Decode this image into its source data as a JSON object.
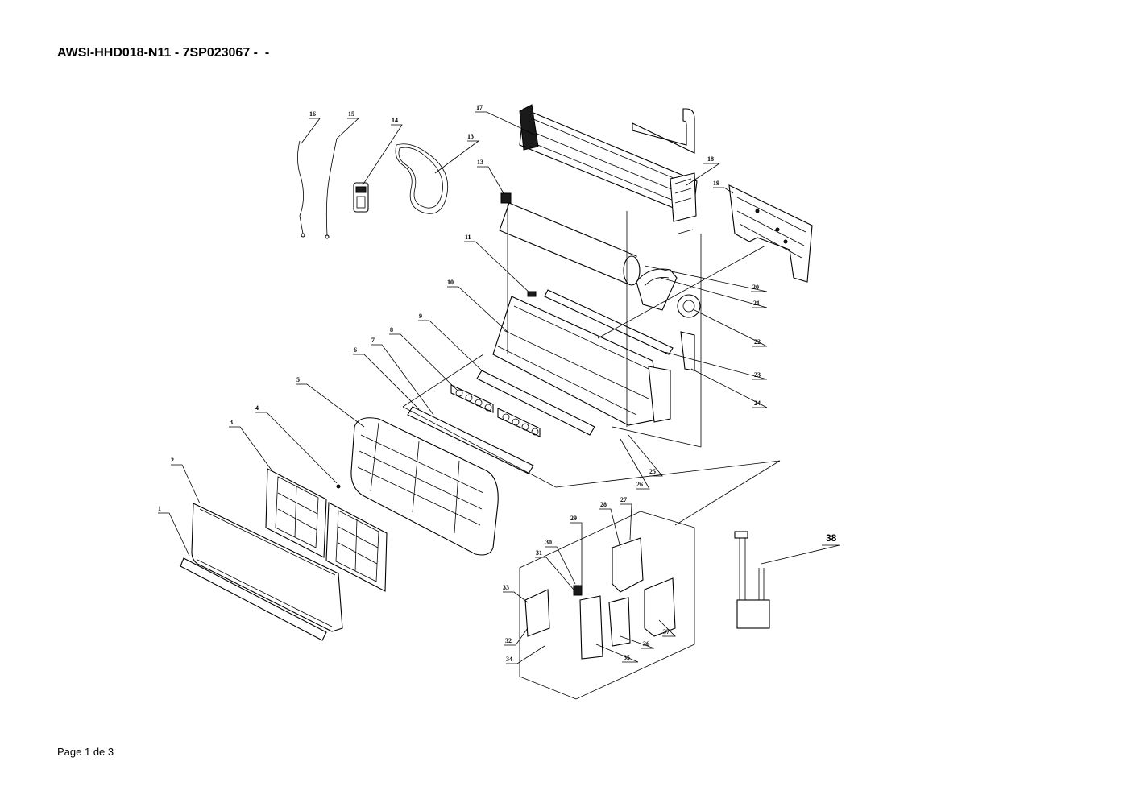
{
  "header": {
    "title": "AWSI-HHD018-N11 - 7SP023067 -  -"
  },
  "footer": {
    "page_label": "Page 1 de 3"
  },
  "callouts": {
    "c1": "1",
    "c2": "2",
    "c3": "3",
    "c4": "4",
    "c5": "5",
    "c6": "6",
    "c7": "7",
    "c8": "8",
    "c9": "9",
    "c10": "10",
    "c11": "11",
    "c13": "13",
    "c14": "14",
    "c15": "15",
    "c16": "16",
    "c17": "17",
    "c18": "18",
    "c19": "19",
    "c20": "20",
    "c21": "21",
    "c22": "22",
    "c23": "23",
    "c24": "24",
    "c25": "25",
    "c26": "26",
    "c27": "27",
    "c28": "28",
    "c29": "29",
    "c30": "30",
    "c31": "31",
    "c32": "32",
    "c33": "33",
    "c34": "34",
    "c35": "35",
    "c36": "36",
    "c37": "37",
    "c38": "38"
  }
}
